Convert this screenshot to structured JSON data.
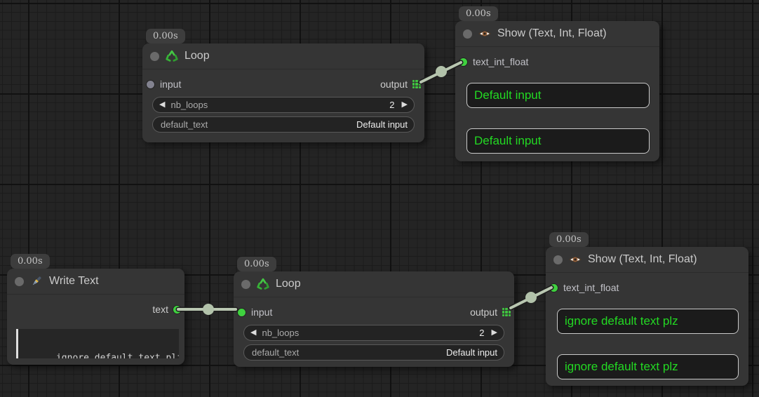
{
  "colors": {
    "value_green": "#23d923",
    "port_green": "#3fd13f",
    "port_gray": "#82828f",
    "link": "#b9c7b1",
    "node_bg": "#353535"
  },
  "nodes": {
    "loop1": {
      "timer": "0.00s",
      "title": "Loop",
      "icon": "recycle-icon",
      "input_label": "input",
      "output_label": "output",
      "widgets": {
        "nb_loops": {
          "label": "nb_loops",
          "value": "2"
        },
        "default_text": {
          "label": "default_text",
          "value": "Default input"
        }
      }
    },
    "show1": {
      "timer": "0.00s",
      "title": "Show (Text, Int, Float)",
      "icon": "eye-icon",
      "input_label": "text_int_float",
      "values": [
        "Default input",
        "Default input"
      ]
    },
    "write1": {
      "timer": "0.00s",
      "title": "Write Text",
      "icon": "fountain-pen-icon",
      "output_label": "text",
      "text": "ignore default text plz"
    },
    "loop2": {
      "timer": "0.00s",
      "title": "Loop",
      "icon": "recycle-icon",
      "input_label": "input",
      "output_label": "output",
      "widgets": {
        "nb_loops": {
          "label": "nb_loops",
          "value": "2"
        },
        "default_text": {
          "label": "default_text",
          "value": "Default input"
        }
      }
    },
    "show2": {
      "timer": "0.00s",
      "title": "Show (Text, Int, Float)",
      "icon": "eye-icon",
      "input_label": "text_int_float",
      "values": [
        "ignore default text plz",
        "ignore default text plz"
      ]
    }
  },
  "links": [
    {
      "from": "loop1.output",
      "to": "show1.text_int_float"
    },
    {
      "from": "write1.text",
      "to": "loop2.input"
    },
    {
      "from": "loop2.output",
      "to": "show2.text_int_float"
    }
  ]
}
